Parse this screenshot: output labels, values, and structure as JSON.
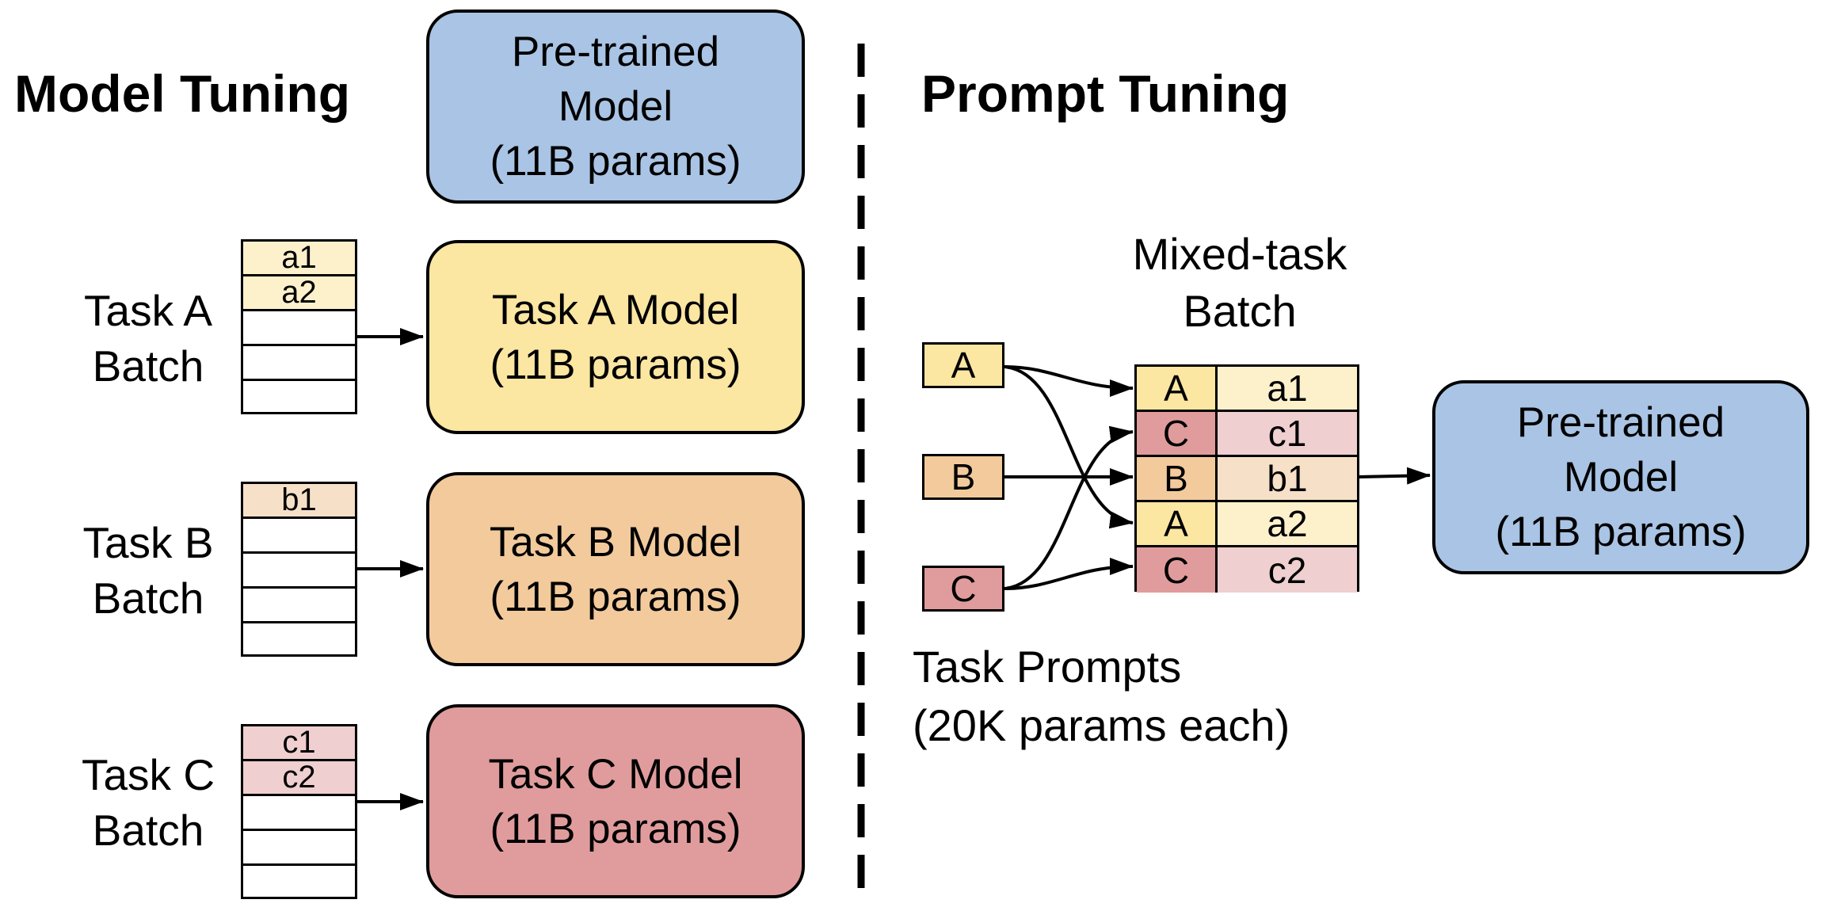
{
  "colors": {
    "blue": "#a9c4e4",
    "yellow": "#fbe6a2",
    "orange": "#f2ca9c",
    "red": "#e09c9c",
    "yellow_light": "#fdf1cc",
    "orange_light": "#f7e0c8",
    "red_light": "#efcfcf"
  },
  "model_tuning": {
    "title": "Model Tuning",
    "pretrained": {
      "line1": "Pre-trained",
      "line2": "Model",
      "line3": "(11B params)"
    },
    "tasks": [
      {
        "label1": "Task A",
        "label2": "Batch",
        "rows": [
          "a1",
          "a2",
          "",
          "",
          ""
        ],
        "model": "Task A Model",
        "params": "(11B params)"
      },
      {
        "label1": "Task B",
        "label2": "Batch",
        "rows": [
          "b1",
          "",
          "",
          "",
          ""
        ],
        "model": "Task B Model",
        "params": "(11B params)"
      },
      {
        "label1": "Task C",
        "label2": "Batch",
        "rows": [
          "c1",
          "c2",
          "",
          "",
          ""
        ],
        "model": "Task C Model",
        "params": "(11B params)"
      }
    ]
  },
  "prompt_tuning": {
    "title": "Prompt Tuning",
    "mixed_label1": "Mixed-task",
    "mixed_label2": "Batch",
    "prompts": [
      "A",
      "B",
      "C"
    ],
    "mixed_rows": [
      {
        "tag": "A",
        "value": "a1"
      },
      {
        "tag": "C",
        "value": "c1"
      },
      {
        "tag": "B",
        "value": "b1"
      },
      {
        "tag": "A",
        "value": "a2"
      },
      {
        "tag": "C",
        "value": "c2"
      }
    ],
    "prompts_label1": "Task Prompts",
    "prompts_label2": "(20K params each)",
    "pretrained": {
      "line1": "Pre-trained",
      "line2": "Model",
      "line3": "(11B params)"
    }
  }
}
